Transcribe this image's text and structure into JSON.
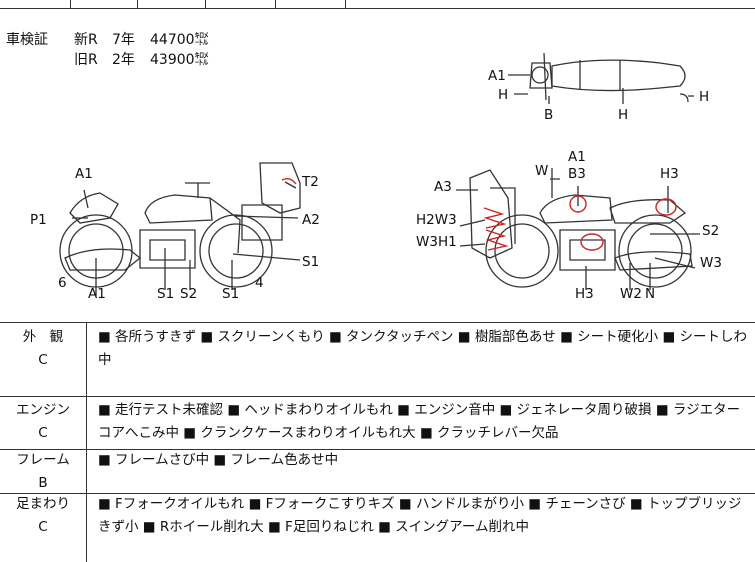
{
  "inspection": {
    "label": "車検証",
    "rows": [
      {
        "era": "新R",
        "years": "7年",
        "mileage": "44700㌖"
      },
      {
        "era": "旧R",
        "years": "2年",
        "mileage": "43900㌖"
      }
    ]
  },
  "diagram_labels": {
    "top_view": [
      "A1",
      "H",
      "B",
      "H",
      "H"
    ],
    "left_side": [
      "A1",
      "T2",
      "P1",
      "A2",
      "S1",
      "6",
      "4",
      "A1",
      "S1",
      "S2",
      "S1"
    ],
    "right_side": [
      "W",
      "A1",
      "B3",
      "H3",
      "A3",
      "H2W3",
      "W3H1",
      "S2",
      "W3",
      "H3",
      "W2",
      "N"
    ]
  },
  "sections": [
    {
      "name": "外　観",
      "grade": "C",
      "text": "■ 各所うすきず ■ スクリーンくもり ■ タンクタッチペン ■ 樹脂部色あせ ■ シート硬化小 ■ シートしわ中"
    },
    {
      "name": "エンジン",
      "grade": "C",
      "text": "■ 走行テスト未確認 ■ ヘッドまわりオイルもれ ■ エンジン音中 ■ ジェネレータ周り破損 ■ ラジエターコアへこみ中 ■ クランクケースまわりオイルもれ大 ■ クラッチレバー欠品"
    },
    {
      "name": "フレーム",
      "grade": "B",
      "text": "■ フレームさび中 ■ フレーム色あせ中"
    },
    {
      "name": "足まわり",
      "grade": "C",
      "text": "■ Fフォークオイルもれ ■ Fフォークこすりキズ ■ ハンドルまがり小 ■ チェーンさび ■ トップブリッジきず小 ■ Rホイール削れ大 ■ F足回りねじれ ■ スイングアーム削れ中"
    }
  ],
  "colors": {
    "line": "#333333",
    "damage": "#cc2222"
  }
}
